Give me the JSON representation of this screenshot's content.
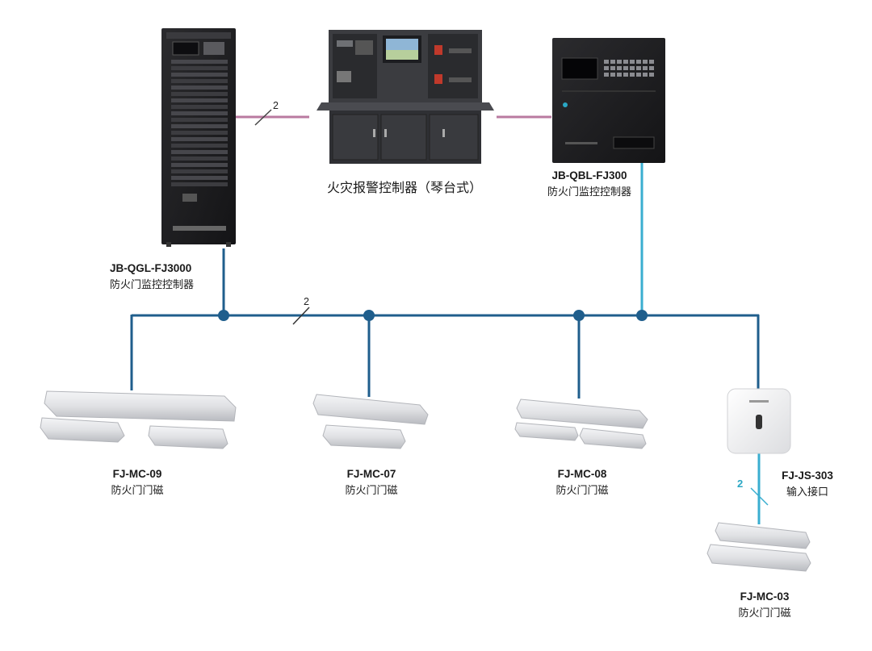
{
  "colors": {
    "bus": "#1f5e8c",
    "link_pink": "#b97aa0",
    "branch_cyan": "#3aaed0",
    "node": "#1f5e8c",
    "device_dark": "#1b1b1d",
    "device_light": "#e6e7ea"
  },
  "links": {
    "rack_to_console_count": "2",
    "bus_count": "2",
    "interface_to_closer_count": "2"
  },
  "devices": {
    "rack": {
      "model": "JB-QGL-FJ3000",
      "name": "防火门监控控制器"
    },
    "console": {
      "caption": "火灾报警控制器（琴台式）"
    },
    "wall_panel": {
      "model": "JB-QBL-FJ300",
      "name": "防火门监控控制器"
    },
    "closer_09": {
      "model": "FJ-MC-09",
      "name": "防火门门磁"
    },
    "closer_07": {
      "model": "FJ-MC-07",
      "name": "防火门门磁"
    },
    "closer_08": {
      "model": "FJ-MC-08",
      "name": "防火门门磁"
    },
    "interface": {
      "model": "FJ-JS-303",
      "name": "输入接口"
    },
    "closer_03": {
      "model": "FJ-MC-03",
      "name": "防火门门磁"
    }
  },
  "icons": [
    "cabinet-rack-icon",
    "console-desk-icon",
    "wall-panel-icon",
    "door-magnet-icon",
    "input-interface-icon"
  ]
}
